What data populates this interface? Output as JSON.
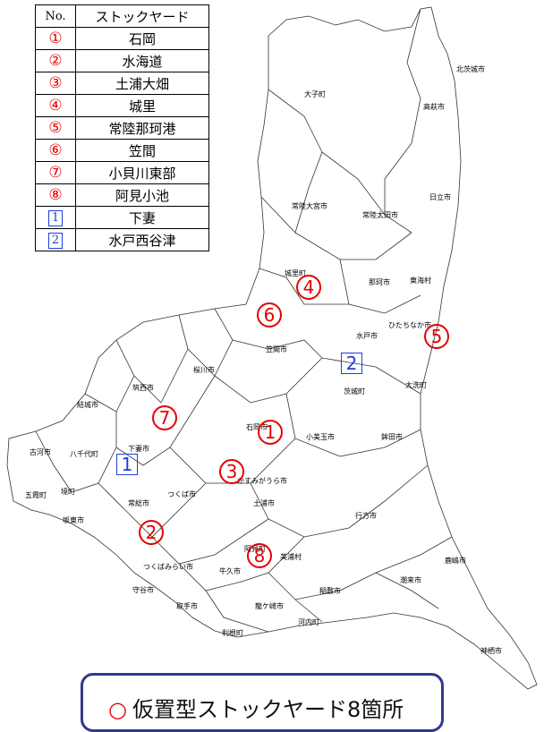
{
  "legend": {
    "header_no": "No.",
    "header_name": "ストックヤード",
    "rows": [
      {
        "no": "①",
        "name": "石岡",
        "type": "circle"
      },
      {
        "no": "②",
        "name": "水海道",
        "type": "circle"
      },
      {
        "no": "③",
        "name": "土浦大畑",
        "type": "circle"
      },
      {
        "no": "④",
        "name": "城里",
        "type": "circle"
      },
      {
        "no": "⑤",
        "name": "常陸那珂港",
        "type": "circle"
      },
      {
        "no": "⑥",
        "name": "笠間",
        "type": "circle"
      },
      {
        "no": "⑦",
        "name": "小貝川東部",
        "type": "circle"
      },
      {
        "no": "⑧",
        "name": "阿見小池",
        "type": "circle"
      },
      {
        "no": "1",
        "name": "下妻",
        "type": "square"
      },
      {
        "no": "2",
        "name": "水戸西谷津",
        "type": "square"
      }
    ]
  },
  "markers": [
    "1",
    "2",
    "3",
    "4",
    "5",
    "6",
    "7",
    "8",
    "1",
    "2"
  ],
  "cities": [
    "北茨城市",
    "高萩市",
    "大子町",
    "日立市",
    "常陸大宮市",
    "常陸太田市",
    "城里町",
    "那珂市",
    "東海村",
    "ひたちなか市",
    "水戸市",
    "笠間市",
    "桜川市",
    "筑西市",
    "大洗町",
    "茨城町",
    "結城市",
    "石岡市",
    "小美玉市",
    "鉾田市",
    "古河市",
    "八千代町",
    "下妻市",
    "かすみがうら市",
    "つくば市",
    "五霞町",
    "境町",
    "常総市",
    "土浦市",
    "行方市",
    "坂東市",
    "阿見町",
    "美浦村",
    "鹿嶋市",
    "つくばみらい市",
    "牛久市",
    "守谷市",
    "潮来市",
    "稲敷市",
    "取手市",
    "龍ケ崎市",
    "河内町",
    "利根町",
    "神栖市"
  ],
  "notice": {
    "circle": "○",
    "text": "仮置型ストックヤード8箇所"
  },
  "colors": {
    "marker_red": "#e60000",
    "marker_blue": "#1f3fd8",
    "notice_border": "#34388c"
  }
}
